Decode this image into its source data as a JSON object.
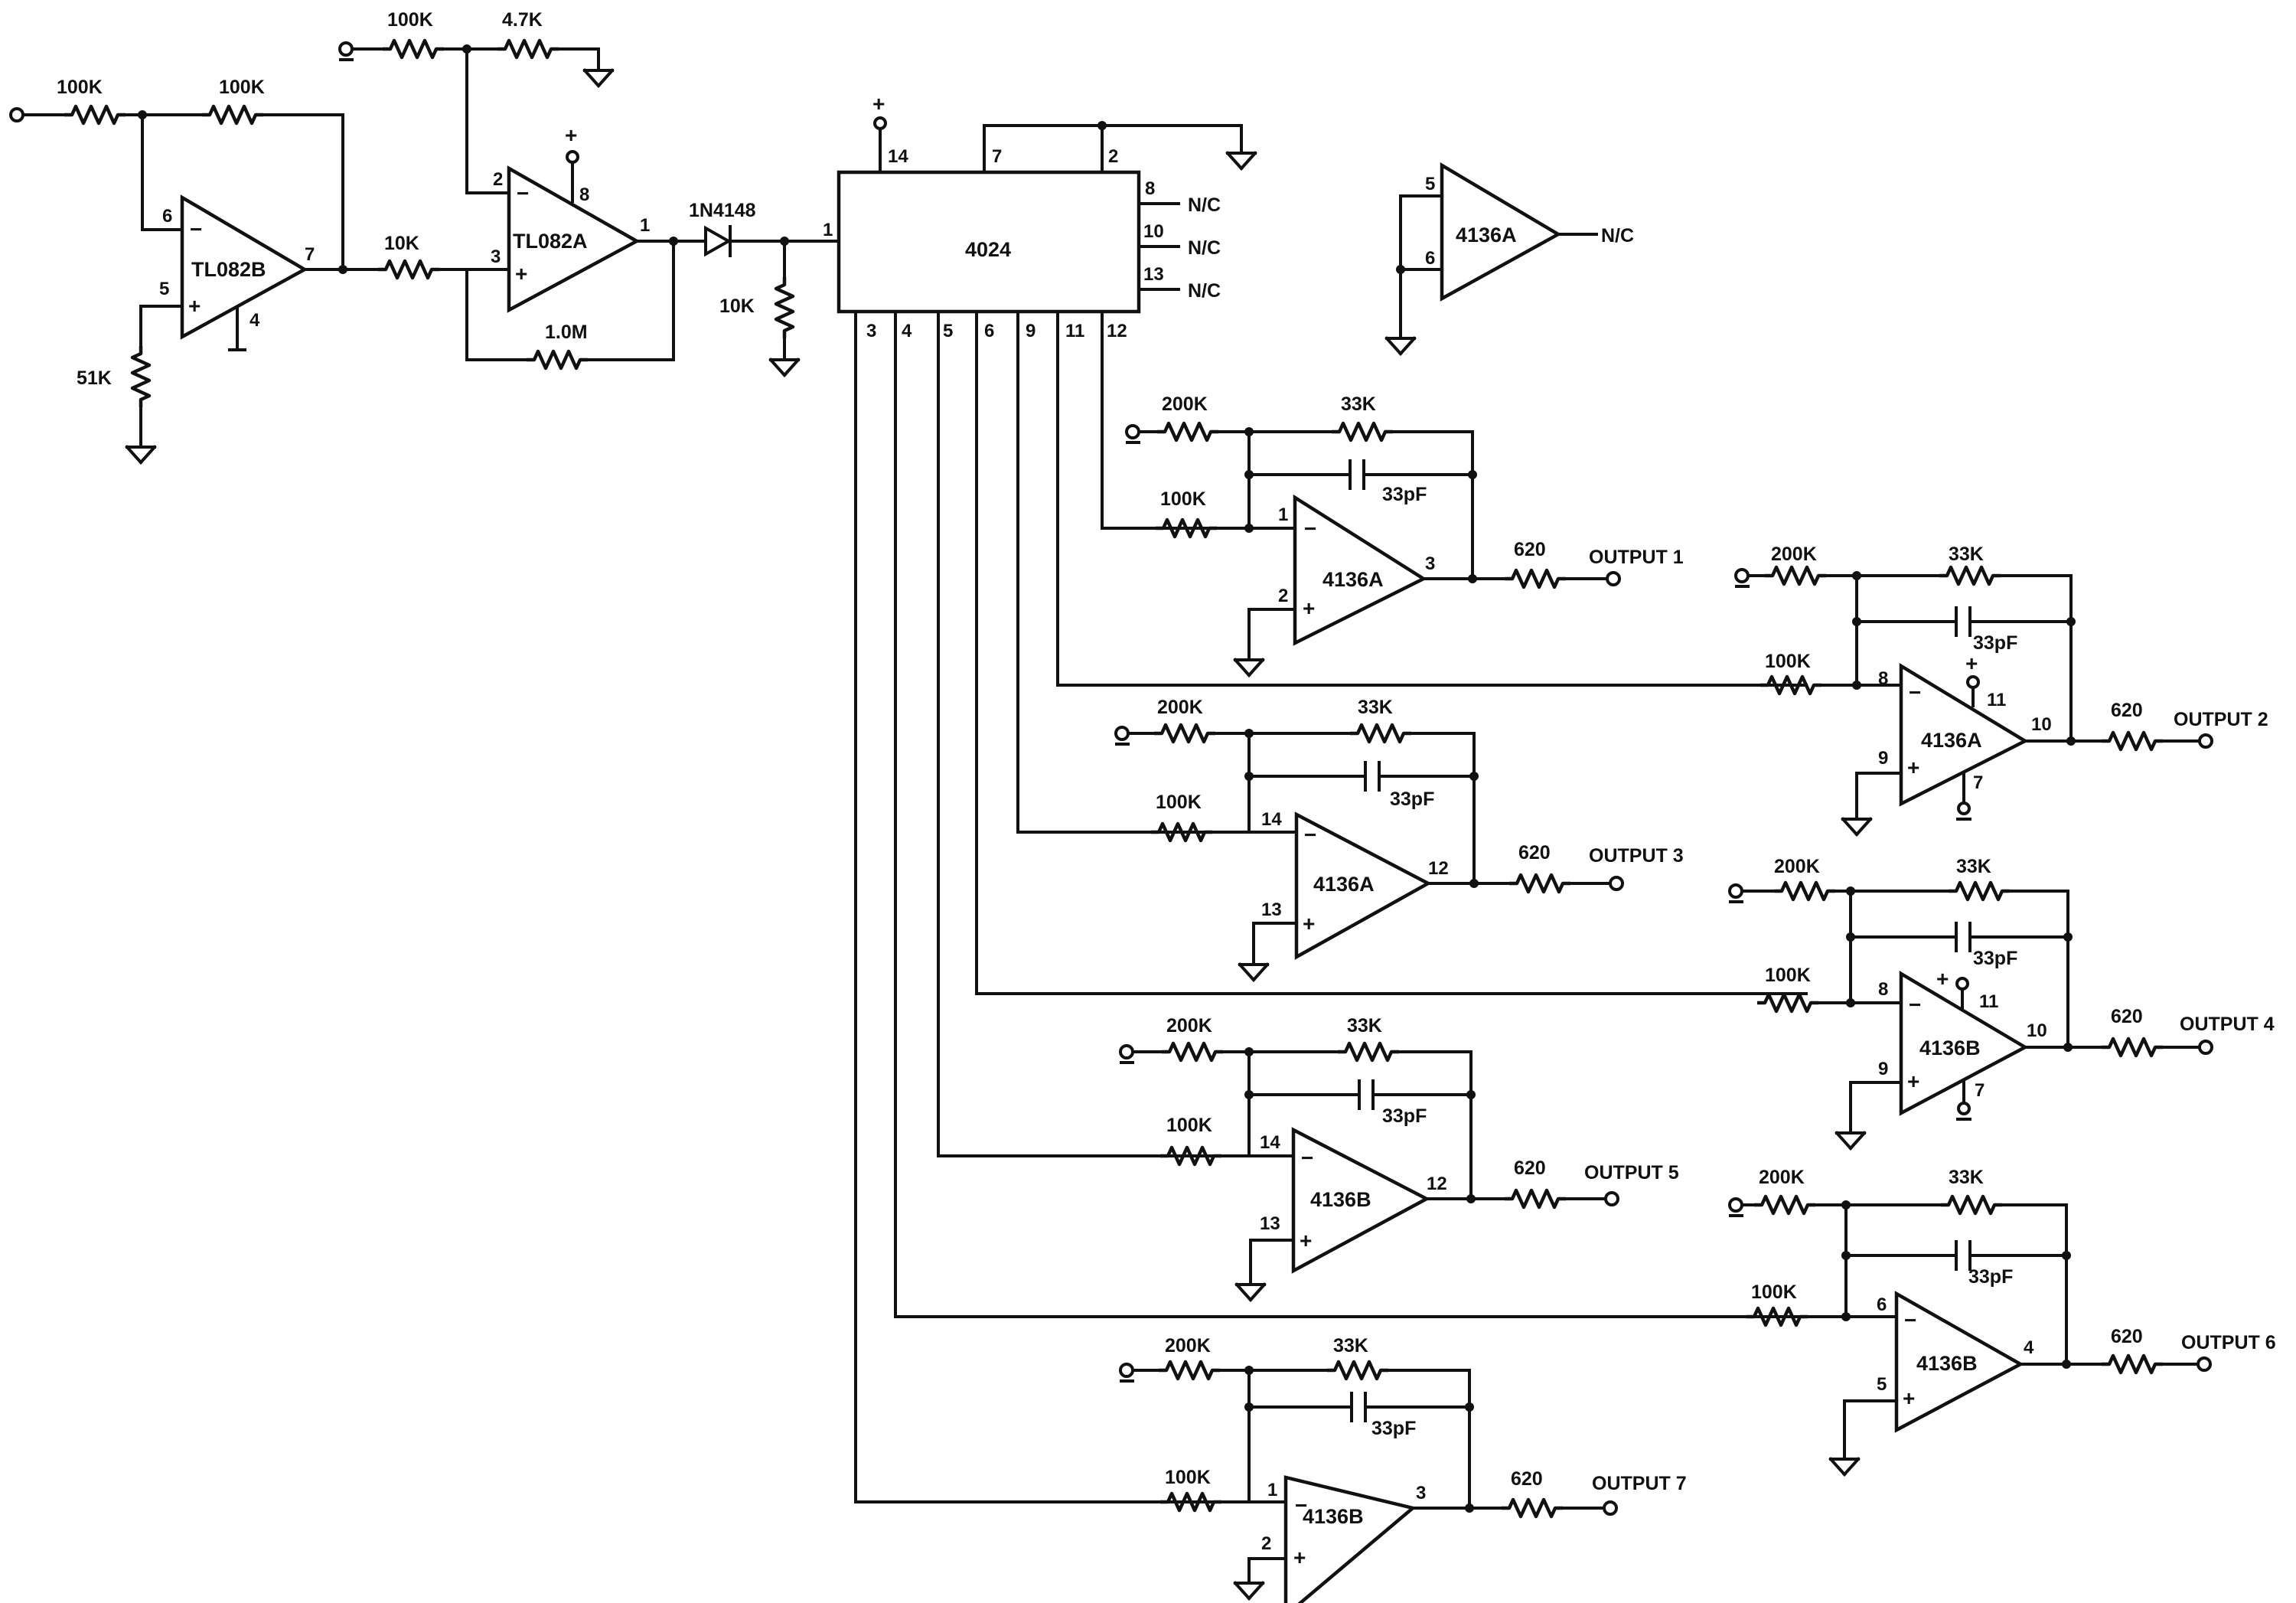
{
  "front_end": {
    "r_in": "100K",
    "r_fb": "100K",
    "r_bias": "51K",
    "opamp_b": {
      "name": "TL082B",
      "inv": "6",
      "noninv": "5",
      "out": "7",
      "vminus": "4"
    },
    "r_top1": "100K",
    "r_top2": "4.7K",
    "r_couple": "10K",
    "r_hyst": "1.0M",
    "opamp_a": {
      "name": "TL082A",
      "inv": "2",
      "noninv": "3",
      "out": "1",
      "vplus": "8"
    },
    "diode": "1N4148",
    "r_pulldown": "10K"
  },
  "counter": {
    "name": "4024",
    "pins": {
      "vdd": "14",
      "p7": "7",
      "p2": "2",
      "input": "1",
      "p8": "8",
      "p10": "10",
      "p13": "13",
      "bottom": [
        "3",
        "4",
        "5",
        "6",
        "9",
        "11",
        "12"
      ]
    },
    "nc": "N/C"
  },
  "spare": {
    "name": "4136A",
    "pin5": "5",
    "pin6": "6",
    "out": "N/C"
  },
  "stages": [
    {
      "name": "4136A",
      "inv": "1",
      "noninv": "2",
      "out": "3",
      "r_ref": "200K",
      "r_fb": "33K",
      "cap": "33pF",
      "r_in": "100K",
      "r_out": "620",
      "output": "OUTPUT 1"
    },
    {
      "name": "4136A",
      "inv": "8",
      "noninv": "9",
      "out": "10",
      "vplus": "11",
      "vminus": "7",
      "r_ref": "200K",
      "r_fb": "33K",
      "cap": "33pF",
      "r_in": "100K",
      "r_out": "620",
      "output": "OUTPUT 2"
    },
    {
      "name": "4136A",
      "inv": "14",
      "noninv": "13",
      "out": "12",
      "r_ref": "200K",
      "r_fb": "33K",
      "cap": "33pF",
      "r_in": "100K",
      "r_out": "620",
      "output": "OUTPUT 3"
    },
    {
      "name": "4136B",
      "inv": "8",
      "noninv": "9",
      "out": "10",
      "vplus": "11",
      "vminus": "7",
      "r_ref": "200K",
      "r_fb": "33K",
      "cap": "33pF",
      "r_in": "100K",
      "r_out": "620",
      "output": "OUTPUT 4"
    },
    {
      "name": "4136B",
      "inv": "14",
      "noninv": "13",
      "out": "12",
      "r_ref": "200K",
      "r_fb": "33K",
      "cap": "33pF",
      "r_in": "100K",
      "r_out": "620",
      "output": "OUTPUT 5"
    },
    {
      "name": "4136B",
      "inv": "6",
      "noninv": "5",
      "out": "4",
      "r_ref": "200K",
      "r_fb": "33K",
      "cap": "33pF",
      "r_in": "100K",
      "r_out": "620",
      "output": "OUTPUT 6"
    },
    {
      "name": "4136B",
      "inv": "1",
      "noninv": "2",
      "out": "3",
      "r_ref": "200K",
      "r_fb": "33K",
      "cap": "33pF",
      "r_in": "100K",
      "r_out": "620",
      "output": "OUTPUT 7"
    }
  ],
  "symbols": {
    "minus": "−",
    "plus": "+"
  }
}
